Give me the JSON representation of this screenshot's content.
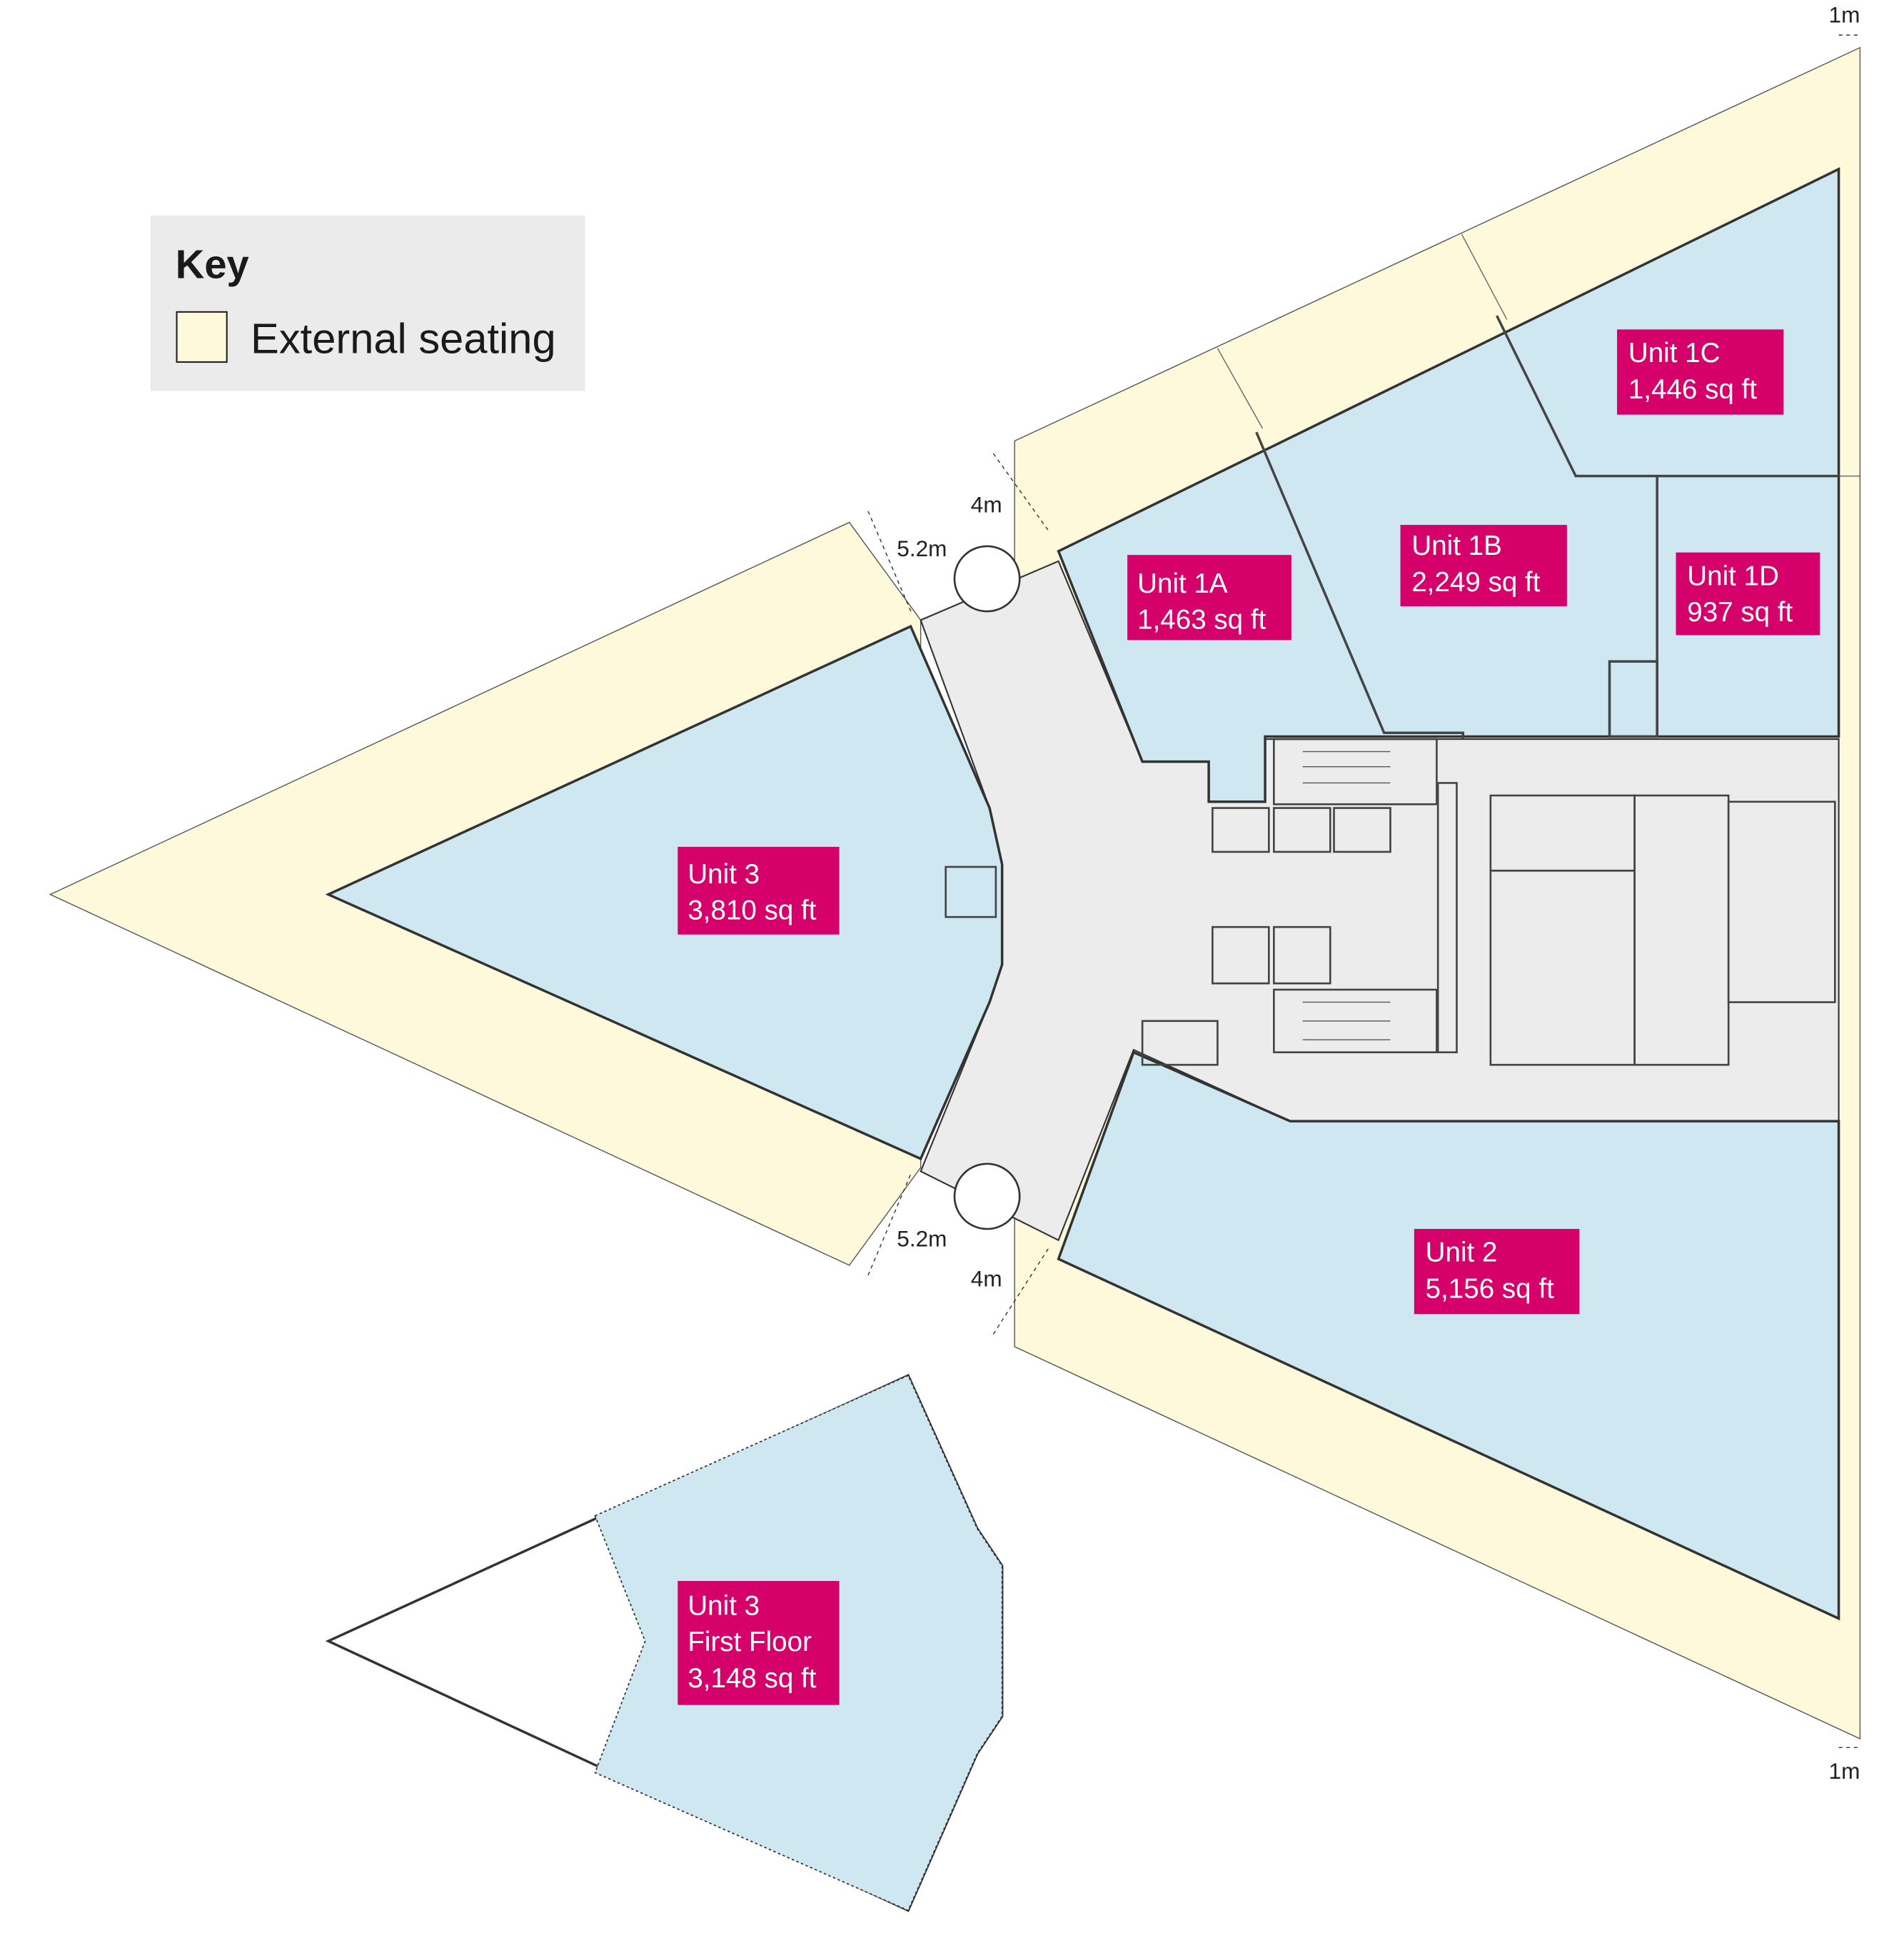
{
  "colors": {
    "unit_fill": "#cfe7f0",
    "external_seating": "#fff9dc",
    "core": "#ececec",
    "label_bg": "#d6006b",
    "wall": "#333333"
  },
  "key": {
    "title": "Key",
    "items": [
      {
        "label": "External seating",
        "color": "#fff9dc"
      }
    ]
  },
  "units": [
    {
      "id": "unit-1a",
      "line1": "Unit 1A",
      "line2": "1,463 sq ft"
    },
    {
      "id": "unit-1b",
      "line1": "Unit 1B",
      "line2": "2,249 sq ft"
    },
    {
      "id": "unit-1c",
      "line1": "Unit 1C",
      "line2": "1,446 sq ft"
    },
    {
      "id": "unit-1d",
      "line1": "Unit 1D",
      "line2": "937 sq ft"
    },
    {
      "id": "unit-2",
      "line1": "Unit 2",
      "line2": "5,156 sq ft"
    },
    {
      "id": "unit-3",
      "line1": "Unit 3",
      "line2": "3,810 sq ft"
    },
    {
      "id": "unit-3-first-floor",
      "line1": "Unit 3",
      "line2": "First Floor",
      "line3": "3,148 sq ft"
    }
  ],
  "dimensions": {
    "top_right": "1m",
    "bottom_right": "1m",
    "upper_left_gap": "5.2m",
    "upper_right_gap": "4m",
    "lower_left_gap": "5.2m",
    "lower_right_gap": "4m"
  }
}
